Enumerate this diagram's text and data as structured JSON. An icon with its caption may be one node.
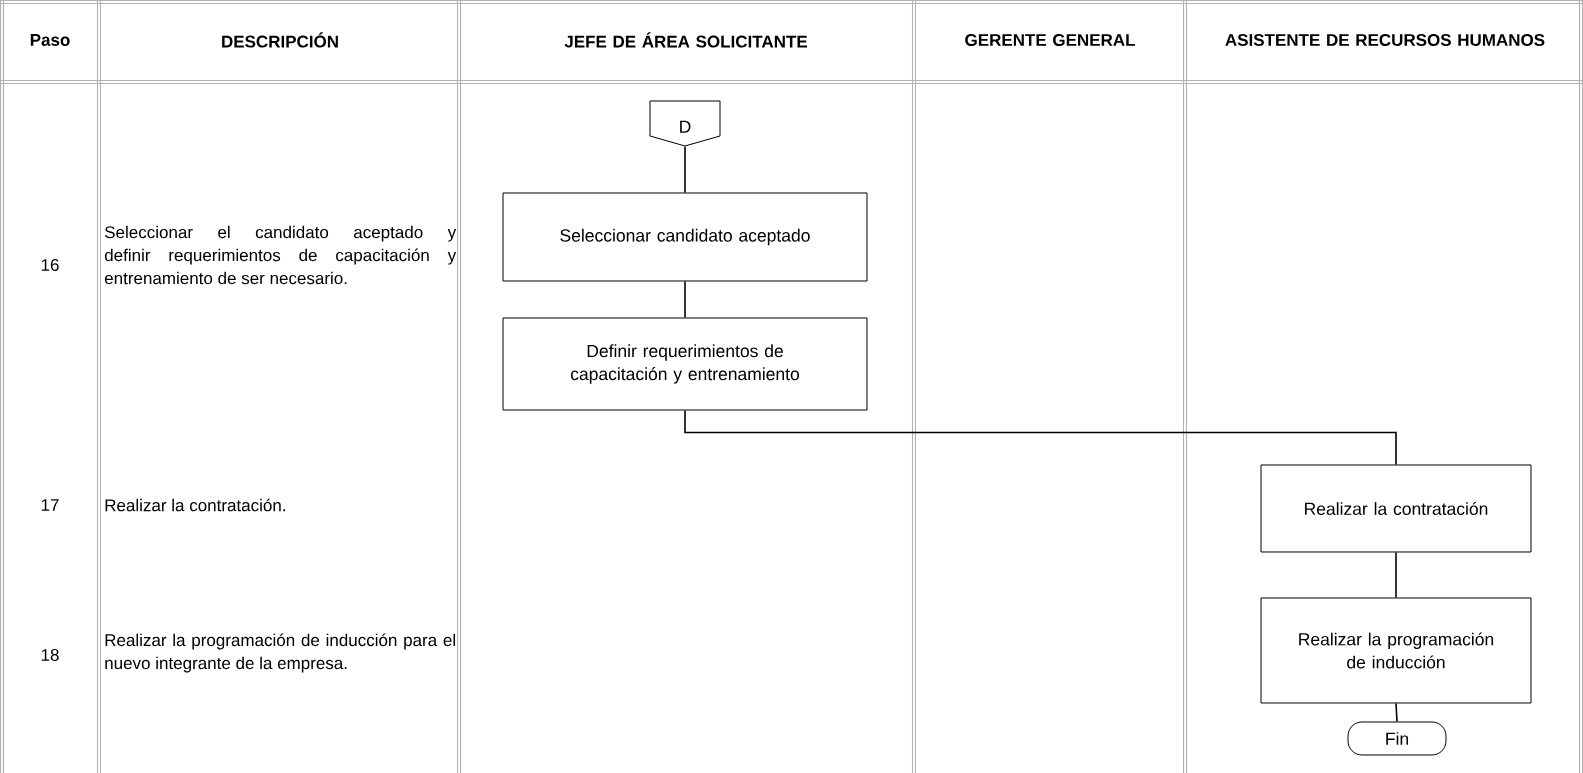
{
  "diagram": {
    "nodes": [
      {
        "text": [
          "D"
        ]
      },
      {
        "text": [
          "Seleccionar candidato aceptado"
        ]
      },
      {
        "text": [
          "Definir requerimientos de capacitación y entrenamiento"
        ]
      },
      {
        "text": [
          "Realizar la contratación"
        ]
      },
      {
        "text": [
          "Realizar la programación de inducción"
        ]
      },
      {
        "text": [
          "Fin"
        ]
      }
    ],
    "edges": [
      {
        "from": 0,
        "to": 1,
        "arrow": "none"
      },
      {
        "from": 1,
        "to": 2,
        "arrow": "none"
      },
      {
        "from": 2,
        "to": 3,
        "arrow": "none"
      },
      {
        "from": 3,
        "to": 4,
        "arrow": "none"
      },
      {
        "from": 4,
        "to": 5,
        "arrow": "none"
      }
    ],
    "labels": [
      "Paso",
      "DESCRIPCIÓN",
      "JEFE DE ÁREA SOLICITANTE",
      "GERENTE GENERAL",
      "ASISTENTE DE RECURSOS HUMANOS",
      "16",
      "Seleccionar el candidato aceptado y definir requerimientos de capacitación y entrenamiento de ser necesario.",
      "17",
      "Realizar la contratación.",
      "18",
      "Realizar la programación de inducción para el nuevo integrante de la empresa."
    ]
  }
}
